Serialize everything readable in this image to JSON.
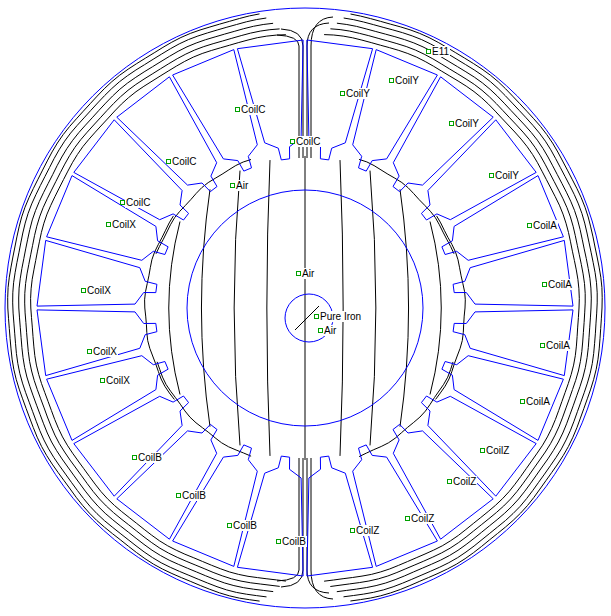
{
  "diagram": {
    "labels": [
      "CoilC",
      "CoilY",
      "CoilY",
      "E11",
      "CoilC",
      "CoilY",
      "CoilC",
      "CoilY",
      "Air",
      "CoilC",
      "CoilX",
      "CoilA",
      "Air",
      "CoilX",
      "CoilA",
      "Pure Iron",
      "Air",
      "CoilX",
      "CoilA",
      "CoilX",
      "CoilA",
      "CoilB",
      "CoilZ",
      "CoilB",
      "CoilZ",
      "CoilB",
      "CoilZ",
      "CoilB",
      "CoilZ"
    ]
  }
}
